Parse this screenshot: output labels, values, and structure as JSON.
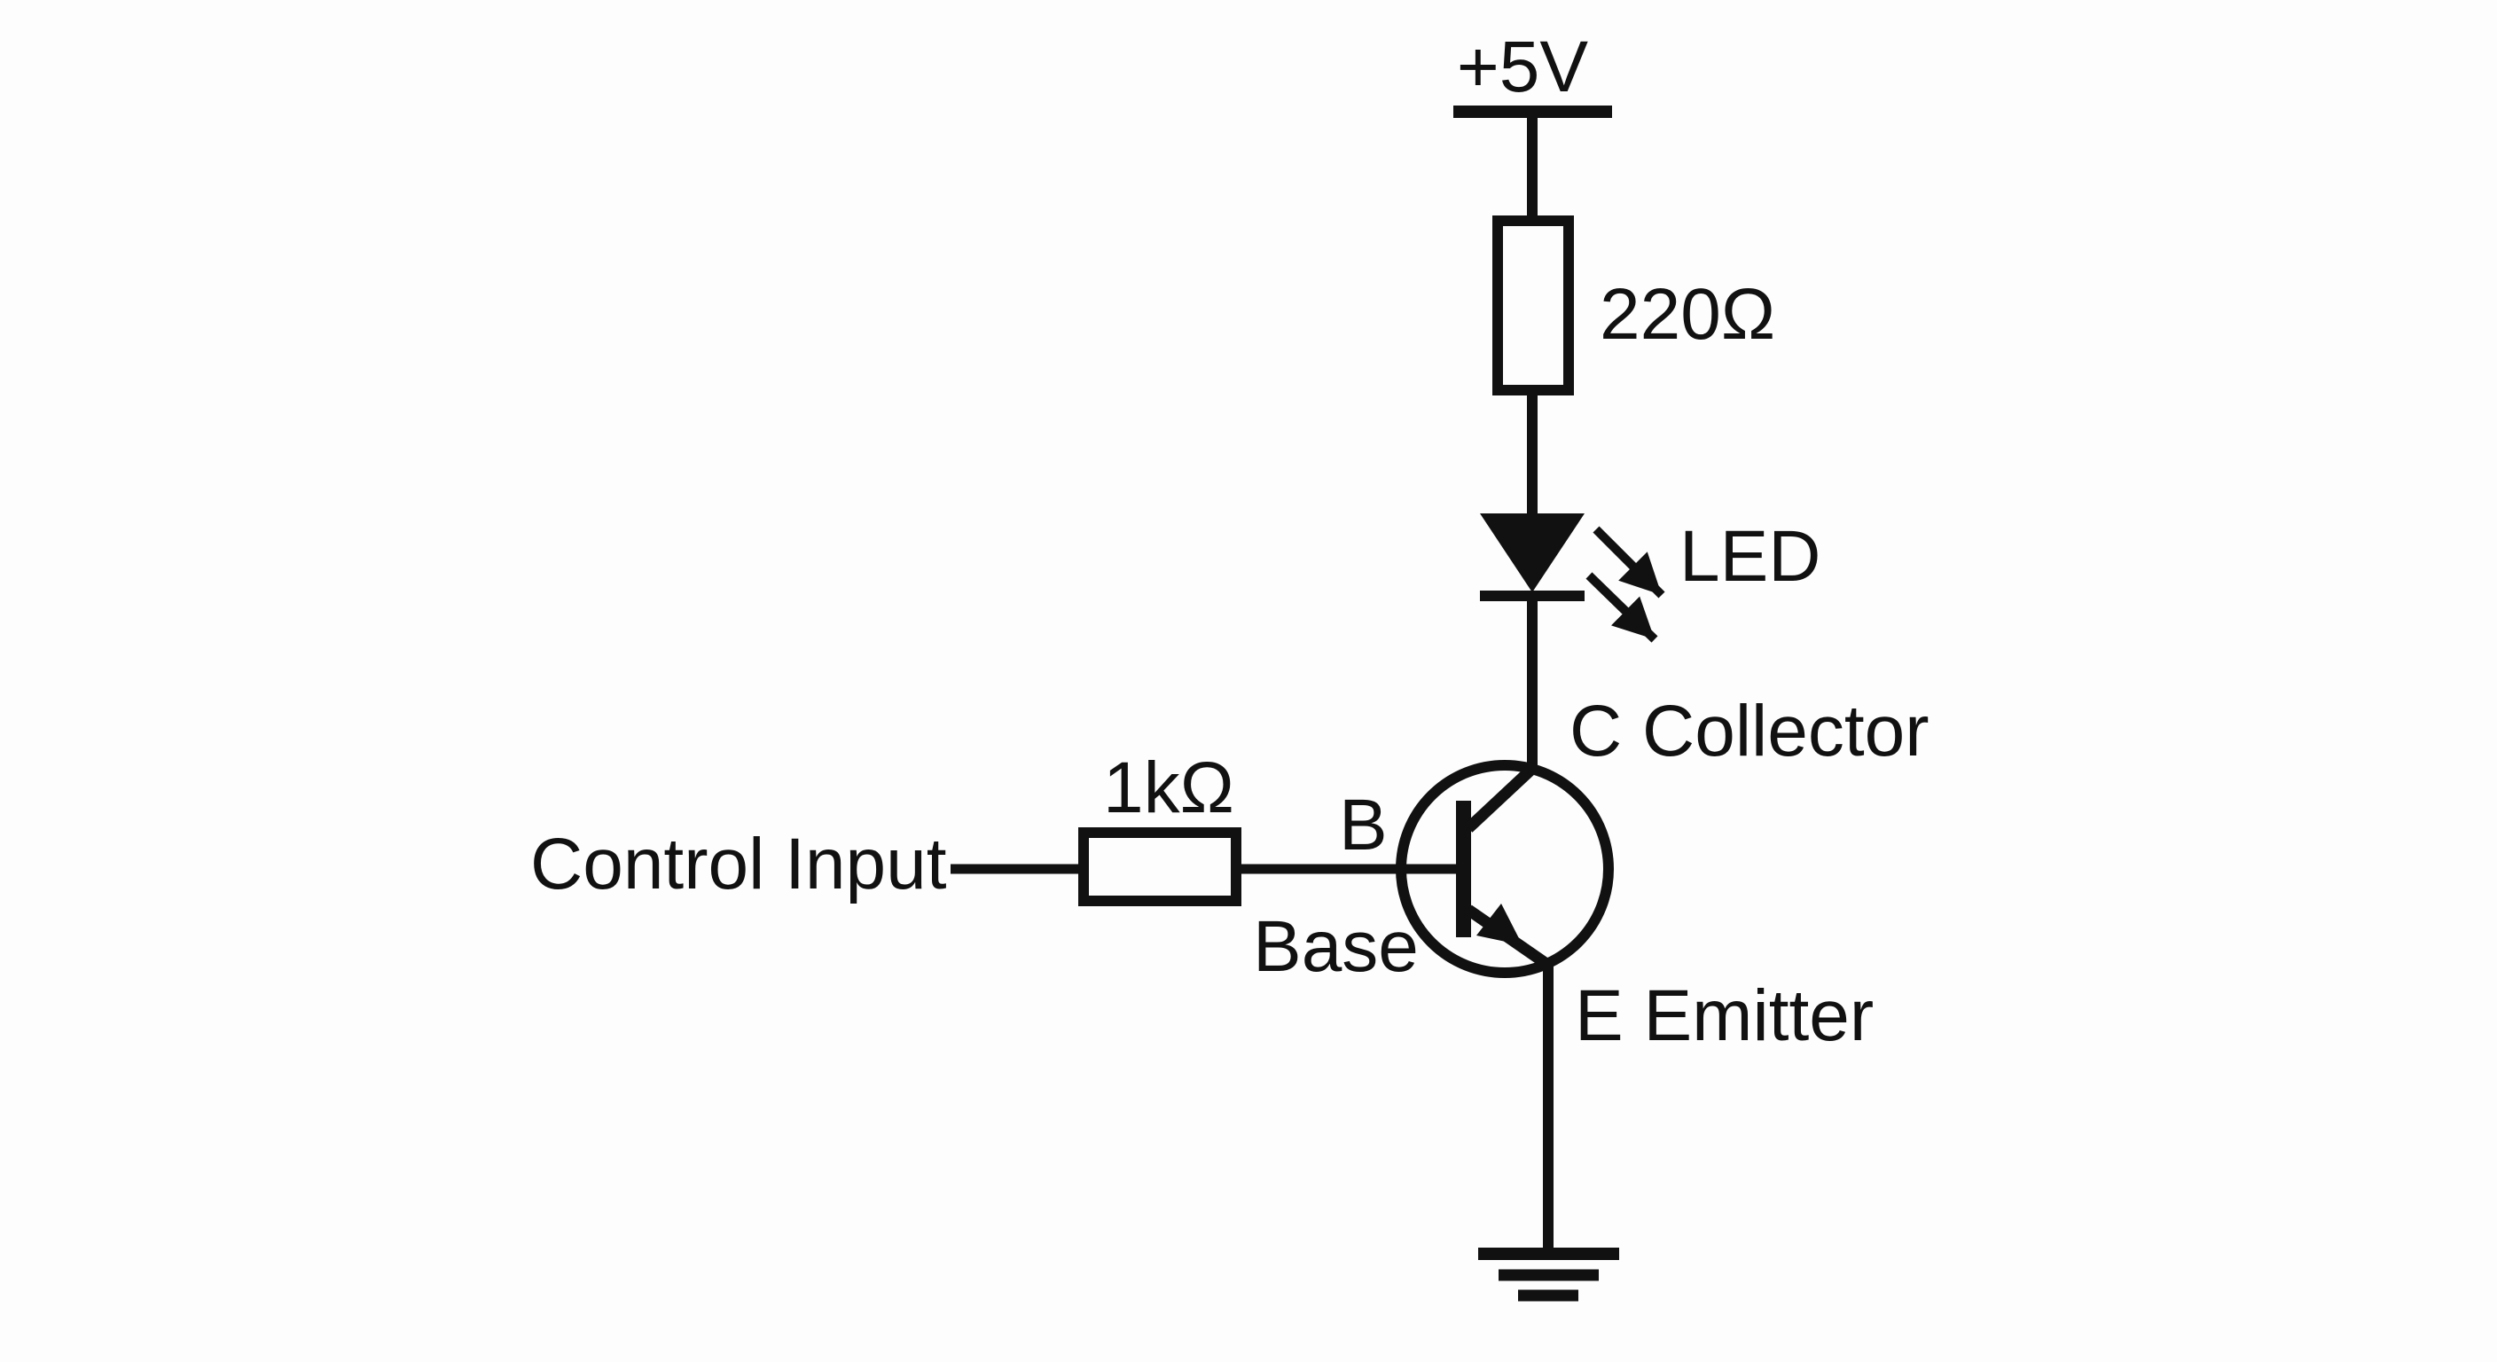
{
  "palette": {
    "ink": "#111111",
    "background": "#fdfdfd"
  },
  "diagram": {
    "type": "circuit-schematic",
    "description_labels": {
      "supply": "+5V",
      "collector_resistor": "220Ω",
      "led": "LED",
      "collector_pin": "C Collector",
      "base_pin": "B",
      "base_name": "Base",
      "emitter_pin": "E Emitter",
      "base_resistor": "1kΩ",
      "control_input": "Control Input"
    }
  }
}
